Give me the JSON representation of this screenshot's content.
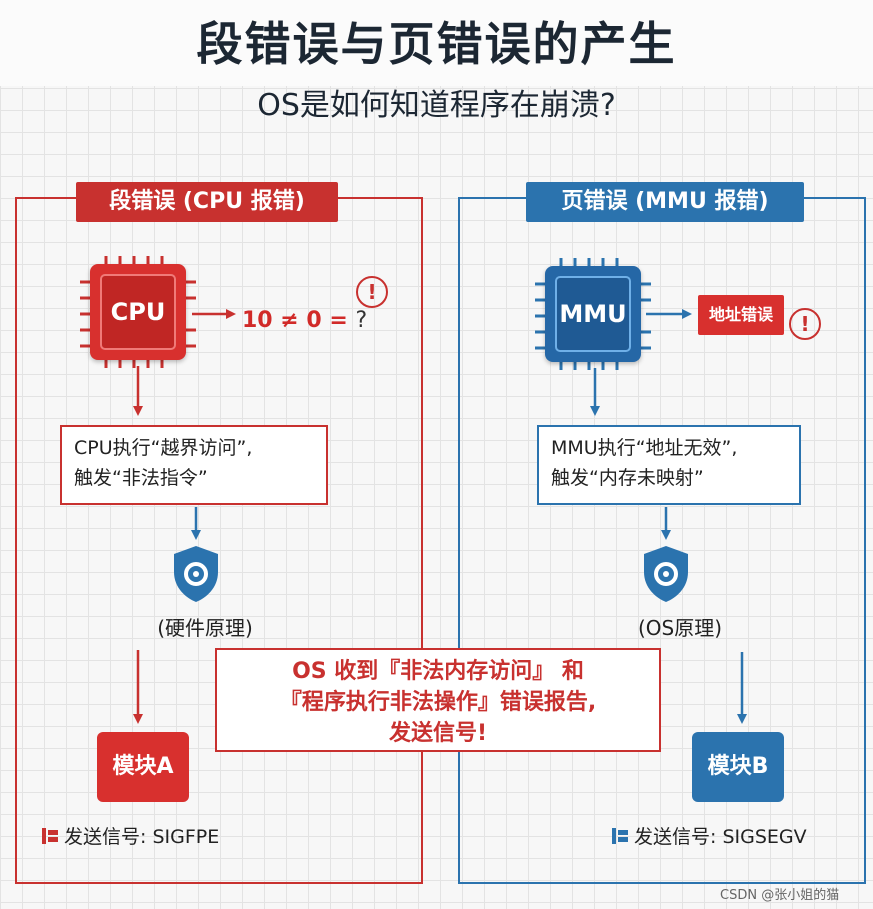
{
  "title": "段错误与页错误的产生",
  "subtitle": "OS是如何知道程序在崩溃?",
  "left_panel": {
    "header": "段错误 (CPU 报错)",
    "chip_label": "CPU",
    "expression": "10 ≠ 0 = ",
    "expression_q": "?",
    "box_line1": "CPU执行“越界访问”,",
    "box_line2": "触发“非法指令”",
    "caption": "(硬件原理)",
    "module": "模块A",
    "signal": "发送信号: SIGFPE"
  },
  "right_panel": {
    "header": "页错误 (MMU 报错)",
    "chip_label": "MMU",
    "error_box": "地址错误",
    "box_line1": "MMU执行“地址无效”,",
    "box_line2": "触发“内存未映射”",
    "caption": "(OS原理)",
    "module": "模块B",
    "signal": "发送信号: SIGSEGV"
  },
  "report": {
    "line1": "OS 收到『非法内存访问』 和",
    "line2": "『程序执行非法操作』错误报告,",
    "line3": "发送信号!"
  },
  "watermark": "CSDN @张小姐的猫",
  "colors": {
    "red": "#c8312f",
    "blue": "#2b73ae",
    "title": "#1c2733"
  }
}
